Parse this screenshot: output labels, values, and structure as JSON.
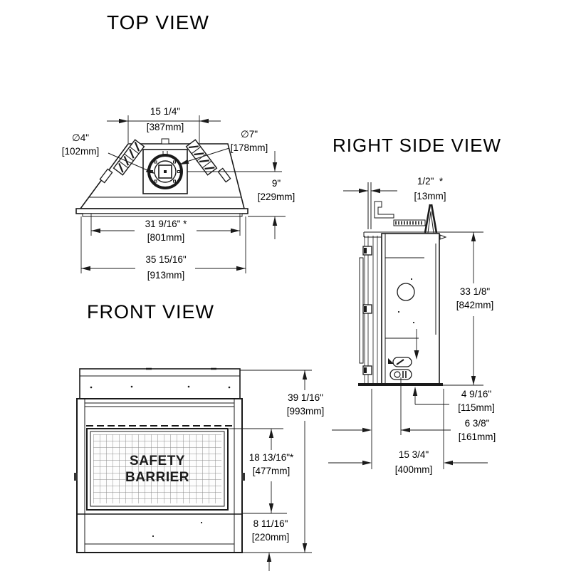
{
  "drawing": {
    "views": {
      "top": {
        "title": "TOP VIEW",
        "dims": {
          "flue_center_width": {
            "inches": "15 1/4\"",
            "metric": "[387mm]"
          },
          "inner_flue_diameter": {
            "inches": "∅4\"",
            "metric": "[102mm]"
          },
          "outer_flue_diameter": {
            "inches": "∅7\"",
            "metric": "[178mm]"
          },
          "flue_center_depth": {
            "inches": "9\"",
            "metric": "[229mm]"
          },
          "framing_width": {
            "inches": "31 9/16\" *",
            "metric": "[801mm]"
          },
          "overall_width": {
            "inches": "35 15/16\"",
            "metric": "[913mm]"
          }
        }
      },
      "right": {
        "title": "RIGHT SIDE VIEW",
        "dims": {
          "wall_gap": {
            "inches": "1/2\"  *",
            "metric": "[13mm]"
          },
          "overall_height": {
            "inches": "33 1/8\"",
            "metric": "[842mm]"
          },
          "gas_access_height": {
            "inches": "4 9/16\"",
            "metric": "[115mm]"
          },
          "gas_access_depth": {
            "inches": "6 3/8\"",
            "metric": "[161mm]"
          },
          "overall_depth": {
            "inches": "15 3/4\"",
            "metric": "[400mm]"
          }
        }
      },
      "front": {
        "title": "FRONT VIEW",
        "dims": {
          "overall_height": {
            "inches": "39 1/16\"",
            "metric": "[993mm]"
          },
          "opening_height": {
            "inches": "18 13/16\"*",
            "metric": "[477mm]"
          },
          "base_height": {
            "inches": "8 11/16\"",
            "metric": "[220mm]"
          }
        },
        "safety_barrier": {
          "line1": "SAFETY",
          "line2": "BARRIER"
        }
      }
    }
  }
}
